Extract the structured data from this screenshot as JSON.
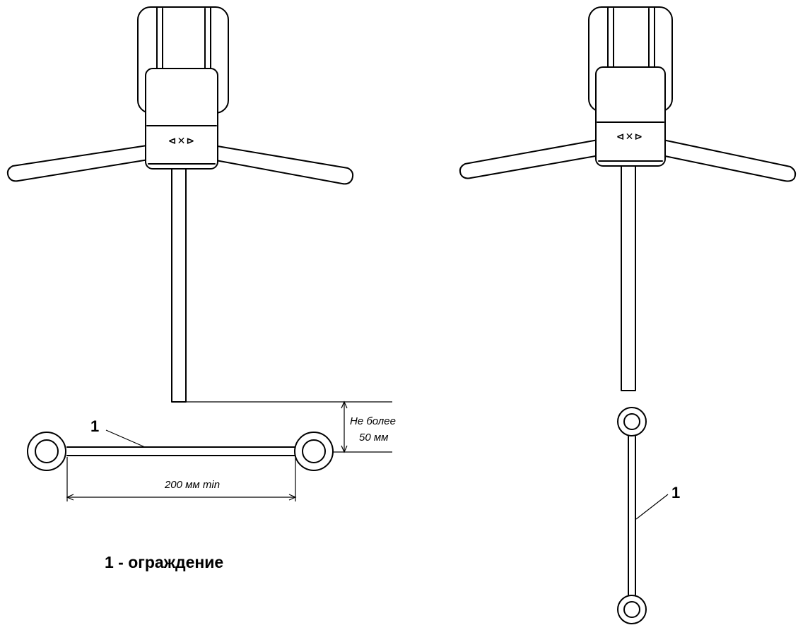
{
  "left_view": {
    "logo_text": "⊲✕⊳",
    "gap_label_line1": "Не более",
    "gap_label_line2": "50 мм",
    "span_label": "200  мм min",
    "callout": "1"
  },
  "right_view": {
    "logo_text": "⊲✕⊳",
    "callout": "1"
  },
  "legend": {
    "text": "1 - ограждение"
  },
  "colors": {
    "line": "#000000",
    "background": "#ffffff"
  }
}
